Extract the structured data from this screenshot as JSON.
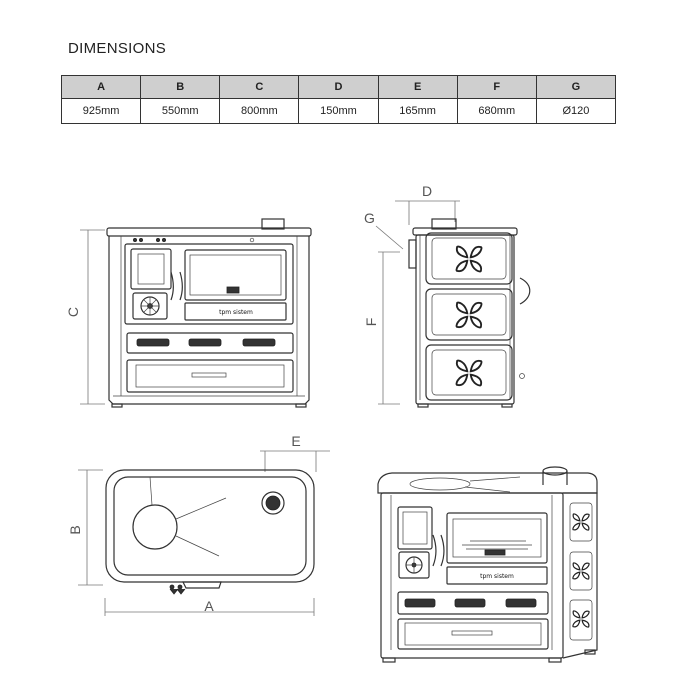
{
  "heading": "DIMENSIONS",
  "table": {
    "headers": [
      "A",
      "B",
      "C",
      "D",
      "E",
      "F",
      "G"
    ],
    "values": [
      "925mm",
      "550mm",
      "800mm",
      "150mm",
      "165mm",
      "680mm",
      "Ø120"
    ]
  },
  "labels": {
    "a": "A",
    "b": "B",
    "c": "C",
    "d": "D",
    "e": "E",
    "f": "F",
    "g": "G"
  },
  "brand": "tpm sistem"
}
